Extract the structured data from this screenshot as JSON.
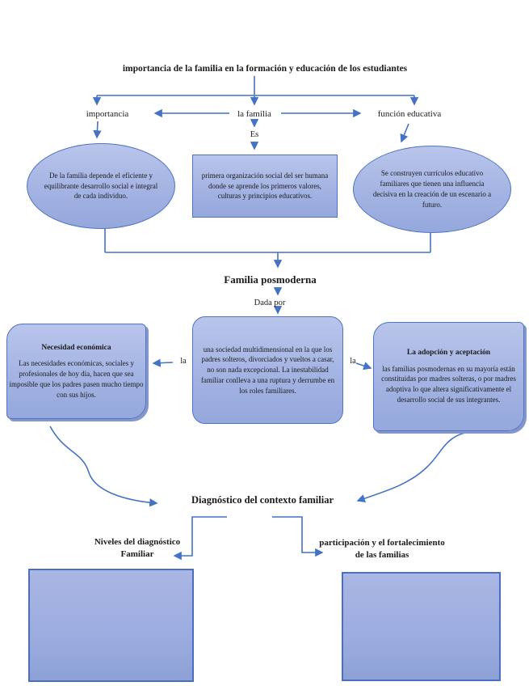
{
  "diagram": {
    "title": "importancia de la familia en la formación y educación de los estudiantes",
    "branches": {
      "left": "importancia",
      "center": "la familia",
      "right": "función educativa"
    },
    "es_label": "Es",
    "left_ellipse": "De la familia depende el eficiente y equilibrante desarrollo social e integral de cada individuo.",
    "center_rect": "primera organización social del ser humana donde se aprende los primeros valores, culturas y principios educativos.",
    "right_ellipse": "Se construyen currículos educativo familiares que tienen una influencia decisiva en la creación de un escenario a futuro.",
    "posmoderna_title": "Familia posmoderna",
    "dada_por_label": "Dada por",
    "center_box": "una sociedad multidimensional en la que los padres solteros, divorciados y vueltos a casar, no son nada excepcional. La inestabilidad familiar conlleva a una ruptura y derrumbe en los roles familiares.",
    "left_box": {
      "title": "Necesidad económica",
      "body": "Las necesidades económicas, sociales y profesionales de hoy día, hacen que sea imposible que los padres pasen mucho tiempo con sus hijos."
    },
    "right_box": {
      "title": "La adopción y aceptación",
      "body": "las familias posmodernas en su mayoría están constituidas por madres solteras, o por madres adoptiva lo que altera significativamente el desarrollo social de sus integrantes."
    },
    "la_left_label": "la",
    "la_right_label": "la",
    "diagnostico_title": "Diagnóstico del contexto familiar",
    "bottom_left_label": {
      "line1": "Niveles del diagnóstico",
      "line2": "Familiar"
    },
    "bottom_right_label": {
      "line1": "participación y el fortalecimiento",
      "line2": "de las familias"
    },
    "colors": {
      "accent": "#4472c4",
      "shape_border": "#4f74c2",
      "shape_fill": "#a3b3e2",
      "text": "#1b1b1b"
    }
  }
}
